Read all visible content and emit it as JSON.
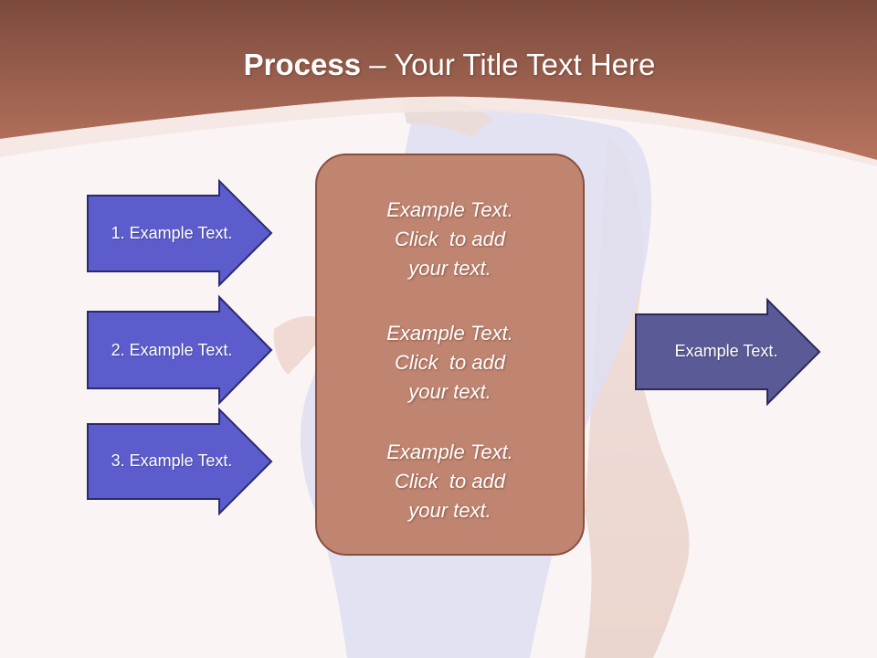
{
  "slide": {
    "title_bold": "Process",
    "title_rest": " – Your Title Text Here"
  },
  "left_arrows": [
    {
      "label": "1. Example Text."
    },
    {
      "label": "2. Example Text."
    },
    {
      "label": "3. Example Text."
    }
  ],
  "center_box": {
    "blocks": [
      {
        "lines": [
          "Example Text.",
          "Click  to add",
          "your text."
        ]
      },
      {
        "lines": [
          "Example Text.",
          "Click  to add",
          "your text."
        ]
      },
      {
        "lines": [
          "Example Text.",
          "Click  to add",
          "your text."
        ]
      }
    ]
  },
  "right_arrow": {
    "label": "Example Text."
  },
  "colors": {
    "header": "#a86c5c",
    "left_arrow_fill": "#5c5ccc",
    "right_arrow_fill": "#5a5a96",
    "center_fill": "#c08570"
  }
}
